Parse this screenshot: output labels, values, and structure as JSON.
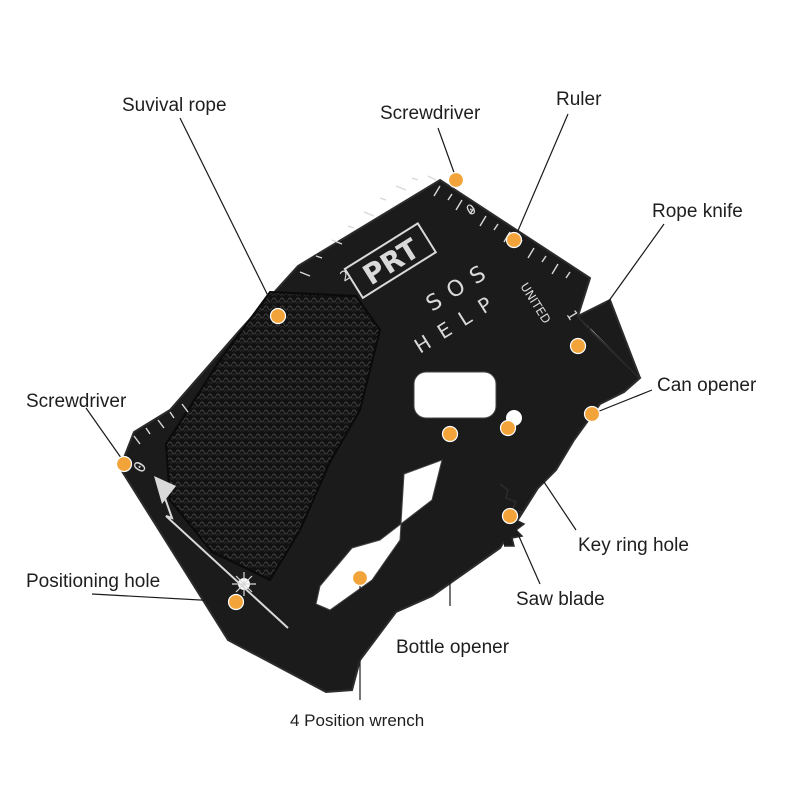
{
  "colors": {
    "card": "#1b1b1b",
    "card_edge": "#2c2c2c",
    "marker": "#f2a33a",
    "leader": "#1a1a1a",
    "engrave": "#d9d9d9"
  },
  "card": {
    "logo_text": "PRT",
    "sos_text": "SOS",
    "help_text": "HELP",
    "maker_text": "UNITED",
    "ruler_numbers": [
      "0",
      "1",
      "2"
    ],
    "corner_zero": "0"
  },
  "callouts": [
    {
      "id": "survival-rope",
      "label": "Suvival rope"
    },
    {
      "id": "screwdriver-top",
      "label": "Screwdriver"
    },
    {
      "id": "ruler",
      "label": "Ruler"
    },
    {
      "id": "rope-knife",
      "label": "Rope knife"
    },
    {
      "id": "can-opener",
      "label": "Can opener"
    },
    {
      "id": "screwdriver-left",
      "label": "Screwdriver"
    },
    {
      "id": "key-ring-hole",
      "label": "Key ring hole"
    },
    {
      "id": "saw-blade",
      "label": "Saw blade"
    },
    {
      "id": "positioning-hole",
      "label": "Positioning hole"
    },
    {
      "id": "bottle-opener",
      "label": "Bottle opener"
    },
    {
      "id": "four-position-wrench",
      "label": "4 Position wrench"
    }
  ]
}
